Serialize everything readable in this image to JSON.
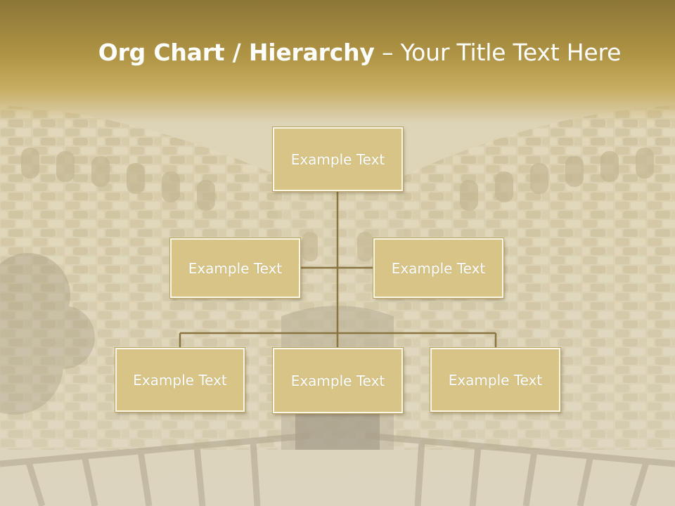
{
  "title": {
    "bold": "Org Chart / Hierarchy",
    "dash": " – ",
    "rest": "Your Title Text Here"
  },
  "nodes": {
    "top": "Example Text",
    "assistant_left": "Example Text",
    "assistant_right": "Example Text",
    "sub_left": "Example Text",
    "sub_center": "Example Text",
    "sub_right": "Example Text"
  },
  "colors": {
    "header_dark": "#8c7637",
    "header_light": "#c7ad62",
    "box_fill": "#d8c486",
    "box_border": "#fbf6e6",
    "connector": "#8a7440",
    "text": "#ffffff"
  }
}
